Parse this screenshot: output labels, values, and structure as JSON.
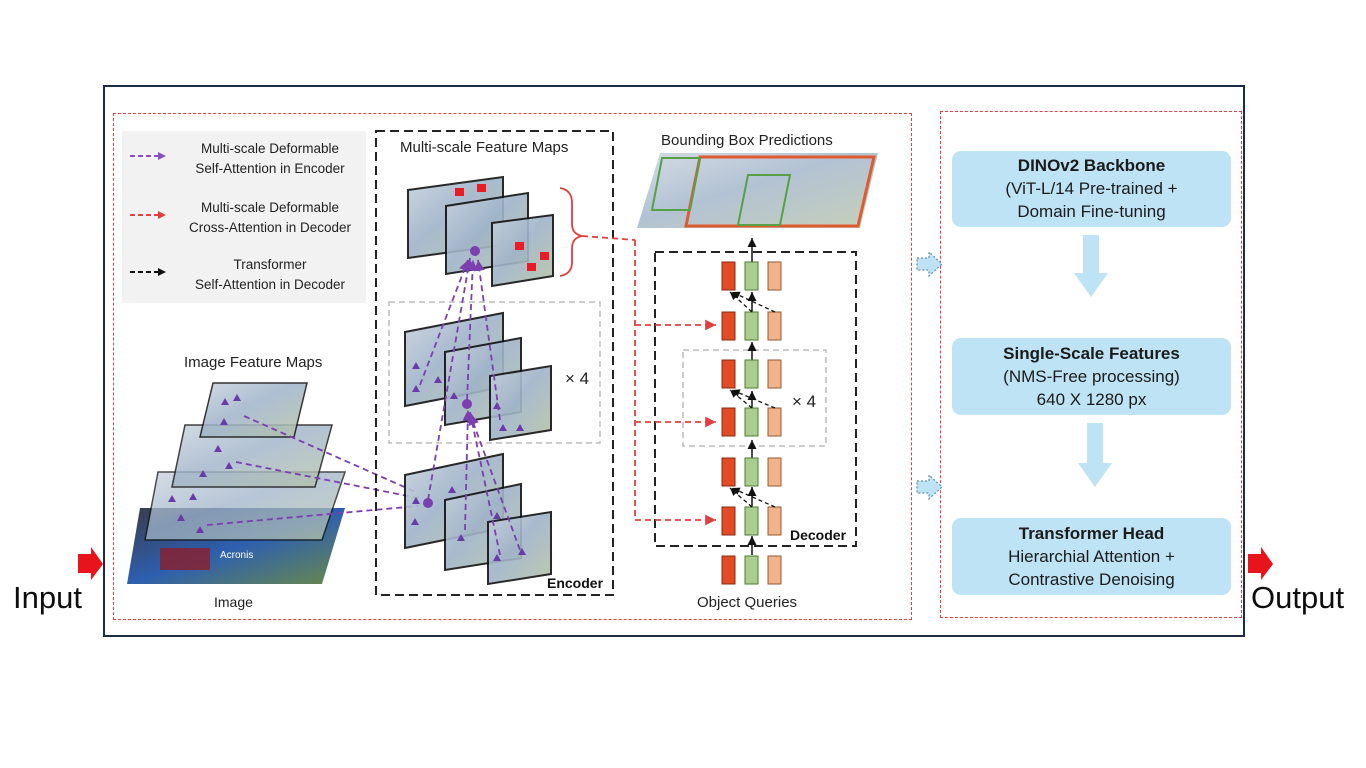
{
  "legend": [
    {
      "line1": "Multi-scale Deformable",
      "line2": "Self-Attention in Encoder",
      "color": "#8a4fc0"
    },
    {
      "line1": "Multi-scale Deformable",
      "line2": "Cross-Attention in Decoder",
      "color": "#e0403f"
    },
    {
      "line1": "Transformer",
      "line2": "Self-Attention in Decoder",
      "color": "#111111"
    }
  ],
  "labels": {
    "image_feature_maps": "Image Feature Maps",
    "image": "Image",
    "multiscale_feature_maps": "Multi-scale Feature Maps",
    "encoder": "Encoder",
    "bbox_predictions": "Bounding Box Predictions",
    "decoder": "Decoder",
    "object_queries": "Object Queries",
    "times_encoder": "× 4",
    "times_decoder": "× 4",
    "photo_text": "Acronis"
  },
  "io": {
    "input": "Input",
    "output": "Output"
  },
  "pipeline": [
    {
      "title": "DINOv2 Backbone",
      "lines": [
        "(ViT-L/14 Pre-trained +",
        "Domain Fine-tuning"
      ]
    },
    {
      "title": "Single-Scale Features",
      "lines": [
        "(NMS-Free processing)",
        "640 X 1280 px"
      ]
    },
    {
      "title": "Transformer Head",
      "lines": [
        "Hierarchial Attention +",
        "Contrastive Denoising"
      ]
    }
  ],
  "colors": {
    "frame": "#1c2c44",
    "dashed_border": "#e0403f",
    "box_fill": "#bde3f5",
    "arrow_fill": "#bde3f5",
    "io_arrow": "#e8141b",
    "query_red": "#e14b26",
    "query_green": "#a9cf8e",
    "query_orange": "#f2b38a",
    "attention_purple": "#7b3fb0"
  }
}
